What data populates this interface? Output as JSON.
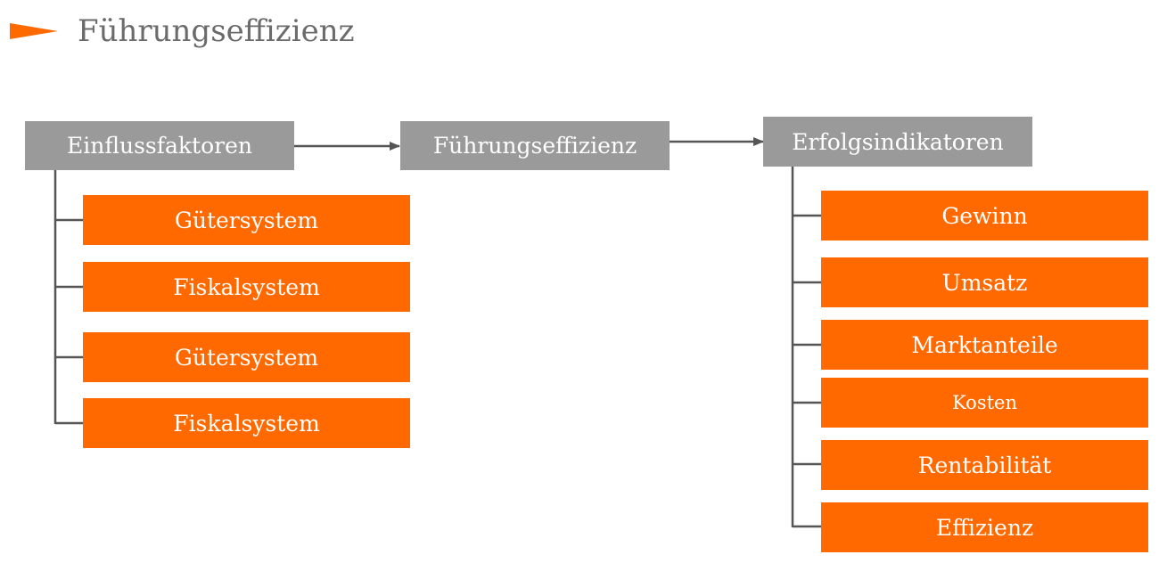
{
  "title": "Führungseffizienz",
  "colors": {
    "accent": "#ff6900",
    "header": "#9a9a9a",
    "line": "#555555",
    "title_text": "#6b6b6b"
  },
  "headers": {
    "left": "Einflussfaktoren",
    "center": "Führungseffizienz",
    "right": "Erfolgsindikatoren"
  },
  "left_items": [
    "Gütersystem",
    "Fiskalsystem",
    "Gütersystem",
    "Fiskalsystem"
  ],
  "right_items": [
    "Gewinn",
    "Umsatz",
    "Marktanteile",
    "Kosten",
    "Rentabilität",
    "Effizienz"
  ]
}
